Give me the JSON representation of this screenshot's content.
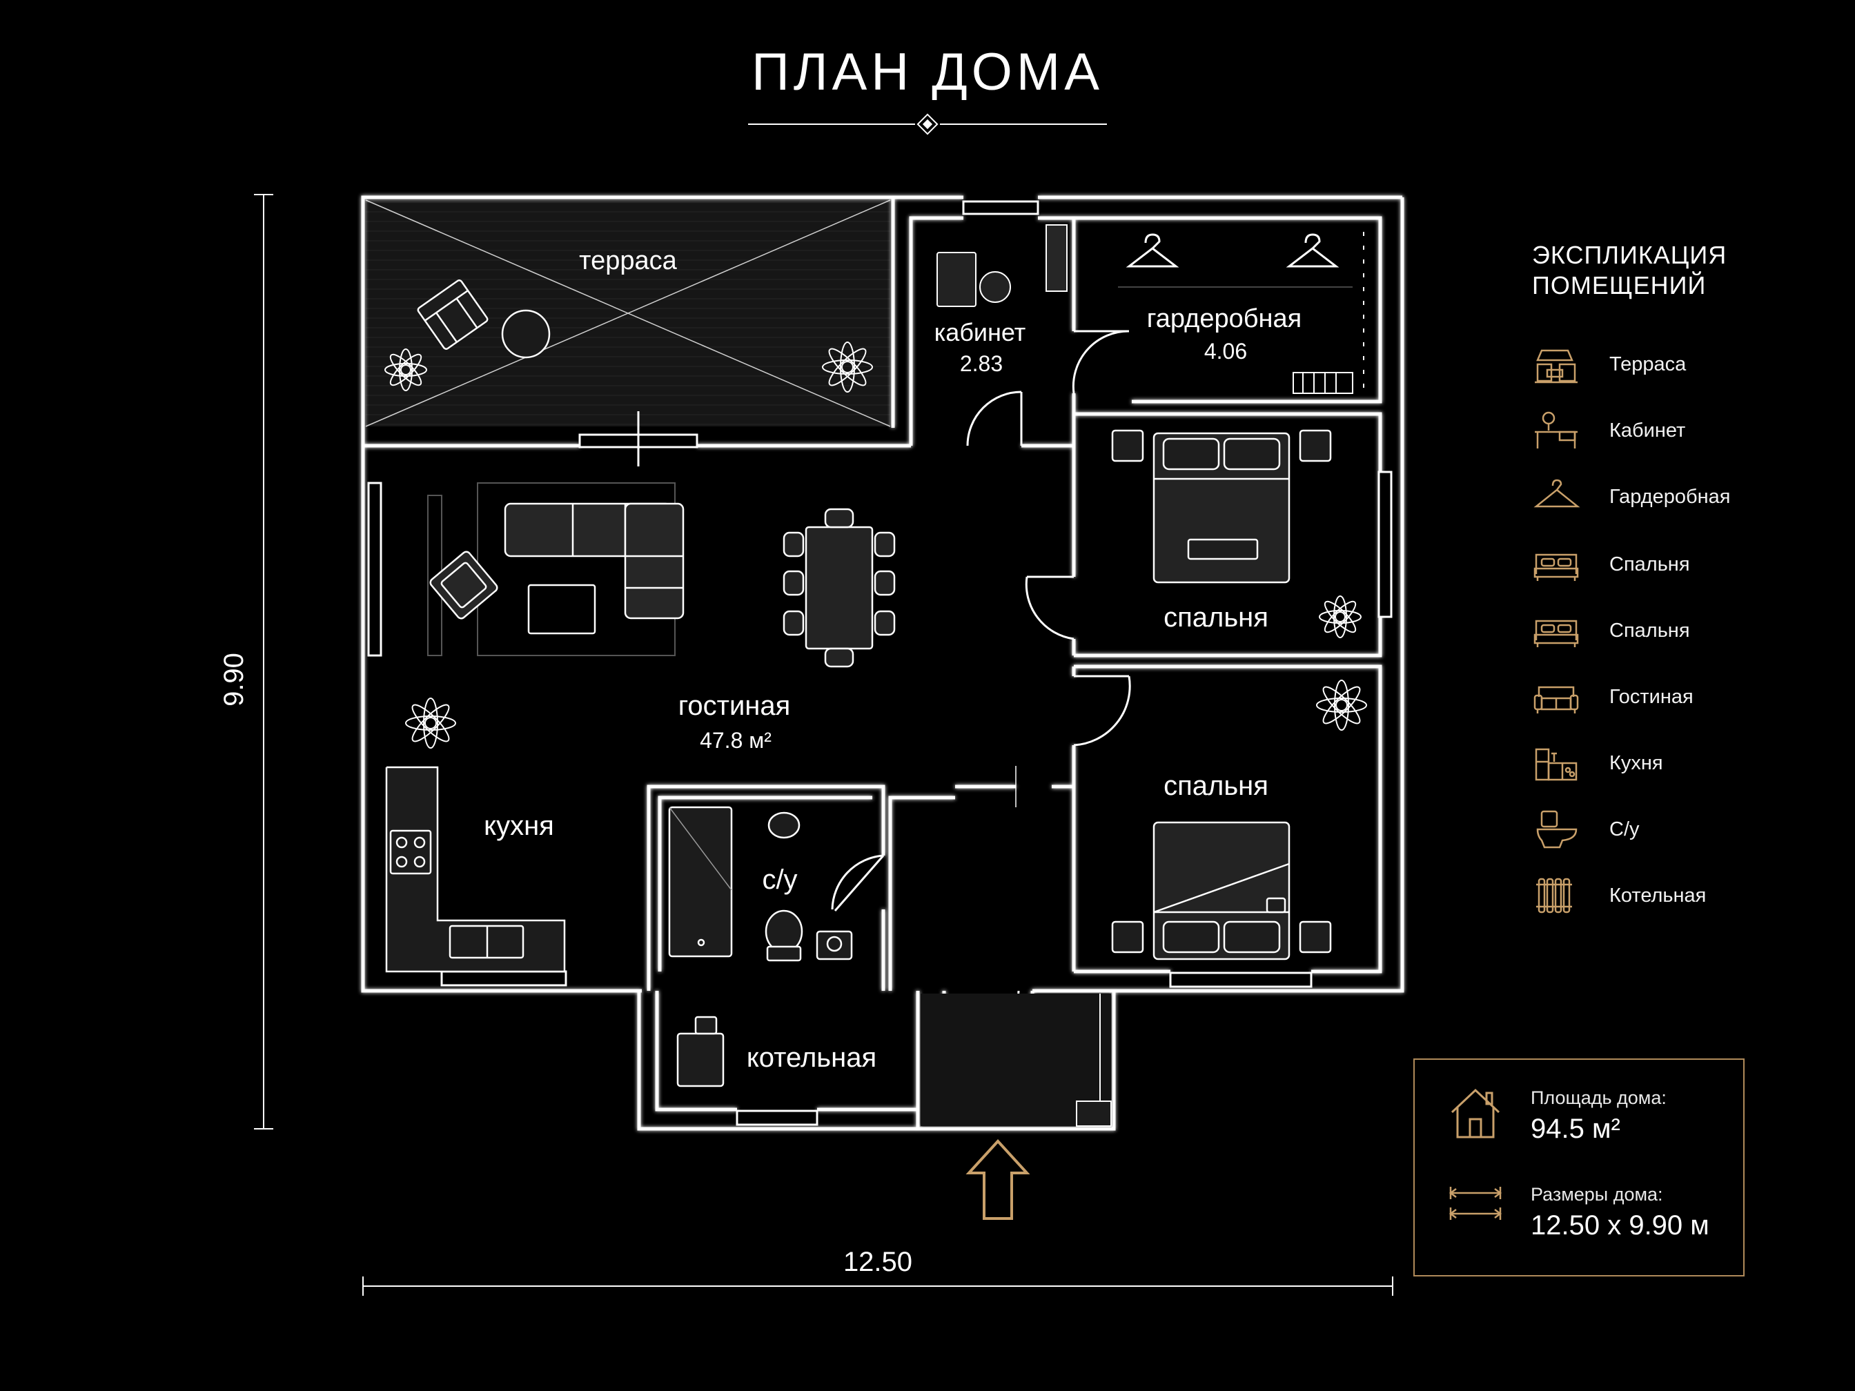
{
  "title": "ПЛАН ДОМА",
  "dimensions": {
    "width_label": "12.50",
    "height_label": "9.90"
  },
  "rooms": {
    "terrace": "терраса",
    "office": "кабинет",
    "office_area": "2.83",
    "wardrobe": "гардеробная",
    "wardrobe_area": "4.06",
    "bedroom1": "спальня",
    "bedroom2": "спальня",
    "living": "гостиная",
    "living_area": "47.8 м²",
    "kitchen": "кухня",
    "bathroom": "с/у",
    "boiler": "котельная"
  },
  "legend": {
    "title_line1": "ЭКСПЛИКАЦИЯ",
    "title_line2": "ПОМЕЩЕНИЙ",
    "items": [
      {
        "icon": "terrace-icon",
        "label": "Терраса"
      },
      {
        "icon": "desk-icon",
        "label": "Кабинет"
      },
      {
        "icon": "hanger-icon",
        "label": "Гардеробная"
      },
      {
        "icon": "bed-icon",
        "label": "Спальня"
      },
      {
        "icon": "bed-icon",
        "label": "Спальня"
      },
      {
        "icon": "sofa-icon",
        "label": "Гостиная"
      },
      {
        "icon": "kitchen-icon",
        "label": "Кухня"
      },
      {
        "icon": "toilet-icon",
        "label": "С/у"
      },
      {
        "icon": "radiator-icon",
        "label": "Котельная"
      }
    ]
  },
  "info": {
    "area_label": "Площадь дома:",
    "area_value": "94.5 м²",
    "size_label": "Размеры дома:",
    "size_value": "12.50 x 9.90 м"
  },
  "colors": {
    "background": "#000000",
    "wall": "#ffffff",
    "accent": "#c9a06a"
  }
}
